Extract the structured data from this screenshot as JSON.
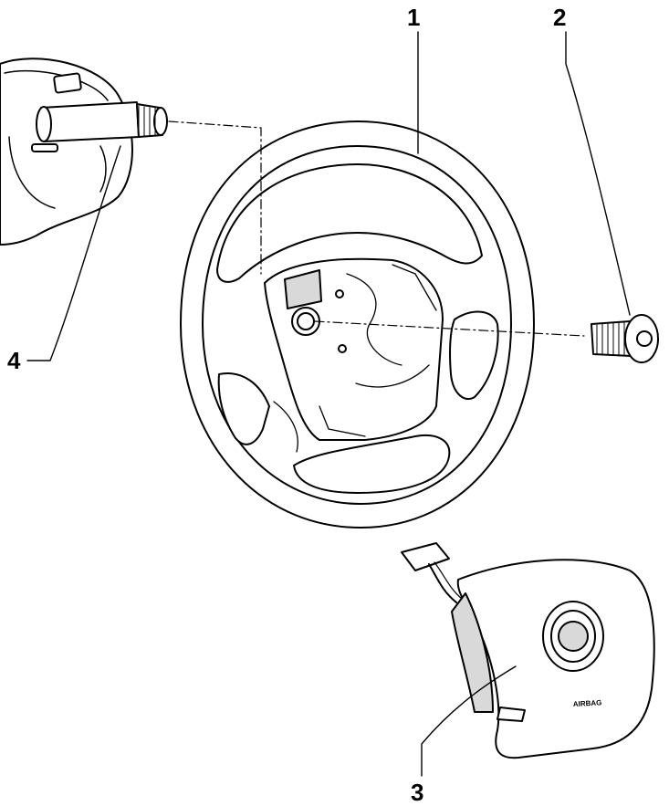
{
  "callouts": {
    "steering_wheel": "1",
    "bolt": "2",
    "airbag_unit": "3",
    "steering_column": "4"
  },
  "airbag_label": "AIRBAG",
  "colors": {
    "line": "#000000",
    "fill": "#ffffff",
    "shade": "#d9d9d9"
  }
}
